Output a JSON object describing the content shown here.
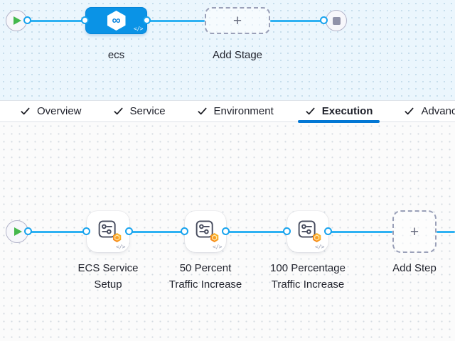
{
  "stage_canvas": {
    "stage": {
      "name": "ecs"
    },
    "add_stage_label": "Add Stage"
  },
  "tabs": [
    {
      "label": "Overview",
      "checked": true,
      "active": false
    },
    {
      "label": "Service",
      "checked": true,
      "active": false
    },
    {
      "label": "Environment",
      "checked": true,
      "active": false
    },
    {
      "label": "Execution",
      "checked": true,
      "active": true
    },
    {
      "label": "Advanced",
      "checked": true,
      "active": false
    }
  ],
  "execution_canvas": {
    "steps": [
      {
        "name": "ECS Service Setup",
        "lines": [
          "ECS Service",
          "Setup"
        ]
      },
      {
        "name": "50 Percent Traffic Increase",
        "lines": [
          "50 Percent",
          "Traffic Increase"
        ]
      },
      {
        "name": "100 Percentage Traffic Increase",
        "lines": [
          "100 Percentage",
          "Traffic Increase"
        ]
      }
    ],
    "add_step_label": "Add Step"
  },
  "icons": {
    "code": "</>",
    "plus": "+",
    "stage_type_glyph": "∞"
  },
  "colors": {
    "node_blue": "#0a93e6",
    "edge_blue": "#2eb1f2",
    "tab_underline": "#0277d4",
    "play_green": "#45b84c",
    "badge_orange": "#f78b1e"
  }
}
